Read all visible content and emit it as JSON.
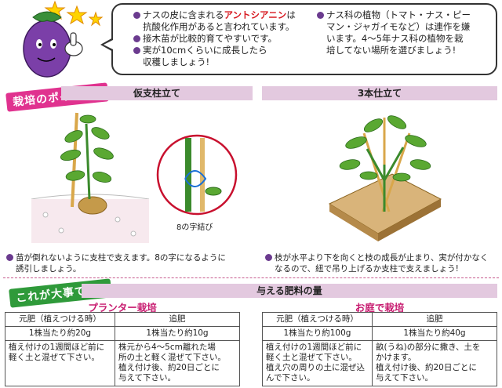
{
  "bubble": {
    "left": [
      {
        "pre": "ナスの皮に含まれる",
        "highlight": "アントシアニン",
        "post": "は"
      },
      {
        "pre": "抗酸化作用があると言われています。",
        "highlight": "",
        "post": ""
      }
    ],
    "left2": "接木苗が比較的育てやすいです。",
    "left3a": "実が10cmくらいに成長したら",
    "left3b": "収穫しましょう!",
    "right1": "ナス科の植物（トマト・ナス・ピー",
    "right2": "マン・ジャガイモなど）は連作を嫌",
    "right3": "います。4～5年ナス科の植物を栽",
    "right4": "培してない場所を選びましょう!"
  },
  "points_label": "栽培のポイント!",
  "section1": {
    "title": "仮支柱立て",
    "knot_label": "8の字結び",
    "caption1": "苗が倒れないように支柱で支えます。8の字になるように",
    "caption2": "誘引しましょう。"
  },
  "section2": {
    "title": "3本仕立て",
    "caption1": "枝が水平より下を向くと枝の成長が止まり、実が付かなく",
    "caption2": "なるので、紐で吊り上げるか支柱で支えましょう!"
  },
  "important_label": "これが大事です!",
  "fertilizer_title": "与える肥料の量",
  "planter": {
    "title": "プランター栽培",
    "col1_header": "元肥（植えつける時）",
    "col2_header": "追肥",
    "col1_amount": "1株当たり約20g",
    "col2_amount": "1株当たり約10g",
    "col1_note1": "植え付けの1週間ほど前に",
    "col1_note2": "軽く土と混ぜて下さい。",
    "col2_note1": "株元から4～5cm離れた場",
    "col2_note2": "所の土と軽く混ぜて下さい。",
    "col2_note3": "植え付け後、約20日ごとに",
    "col2_note4": "与えて下さい。"
  },
  "garden": {
    "title": "お庭で栽培",
    "col1_header": "元肥（植えつける時）",
    "col2_header": "追肥",
    "col1_amount": "1株当たり約100g",
    "col2_amount": "1株当たり約40g",
    "col1_note1": "植え付けの1週間ほど前に",
    "col1_note2": "軽く土と混ぜて下さい。",
    "col1_note3": "植え穴の周りの土に混ぜ込",
    "col1_note4": "んで下さい。",
    "col2_note1": "畝(うね)の部分に撒き、土を",
    "col2_note2": "かけます。",
    "col2_note3": "植え付け後、約20日ごとに",
    "col2_note4": "与えて下さい。"
  },
  "colors": {
    "accent": "#e0328f",
    "bar": "#e3c9df",
    "dot": "#6b3b8f",
    "highlight": "#d71920"
  }
}
